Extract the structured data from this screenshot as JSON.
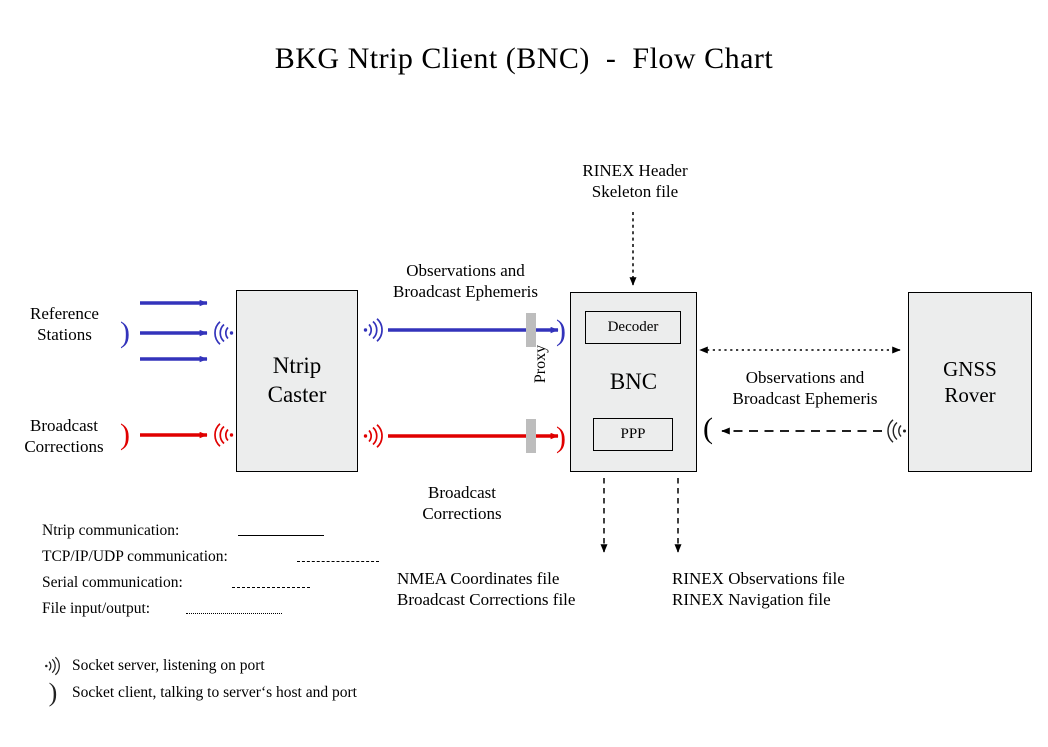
{
  "title": "BKG Ntrip Client (BNC)  -  Flow Chart",
  "nodes": {
    "ntrip_caster": "Ntrip\nCaster",
    "bnc": "BNC",
    "decoder": "Decoder",
    "ppp": "PPP",
    "gnss_rover": "GNSS\nRover"
  },
  "labels": {
    "reference_stations": "Reference\nStations",
    "broadcast_corrections_in": "Broadcast\nCorrections",
    "observations_ephemeris_left": "Observations and\nBroadcast Ephemeris",
    "broadcast_corrections_out": "Broadcast\nCorrections",
    "rinex_header_skeleton": "RINEX Header\nSkeleton file",
    "observations_ephemeris_right": "Observations and\nBroadcast Ephemeris",
    "nmea_output_files": "NMEA Coordinates file\nBroadcast Corrections file",
    "rinex_output_files": "RINEX Observations file\nRINEX Navigation file",
    "proxy": "Proxy"
  },
  "legend": {
    "rows": [
      {
        "label": "Ntrip communication:",
        "style": "solid",
        "icon": "solid-line-icon"
      },
      {
        "label": "TCP/IP/UDP communication:",
        "style": "dashed",
        "icon": "dashed-line-icon"
      },
      {
        "label": "Serial communication:",
        "style": "dash-dot",
        "icon": "dash-dot-line-icon"
      },
      {
        "label": "File input/output:",
        "style": "dotted",
        "icon": "dotted-line-icon"
      }
    ],
    "sockets": [
      {
        "icon": "socket-server-icon",
        "label": "Socket server, listening on port"
      },
      {
        "icon": "socket-client-icon",
        "label": "Socket client, talking to server‘s host and port"
      }
    ]
  },
  "colors": {
    "ntrip_blue": "#3333bb",
    "corrections_red": "#e00000",
    "box_fill": "#eceded",
    "box_stroke": "#000000",
    "proxy_bar": "#bdbdbd",
    "background": "#ffffff"
  },
  "icons": {
    "socket_server_right": "socket-server-icon",
    "socket_server_left": "socket-server-mirrored-icon",
    "socket_client_right": "socket-client-icon",
    "socket_client_left": "socket-client-mirrored-icon"
  }
}
